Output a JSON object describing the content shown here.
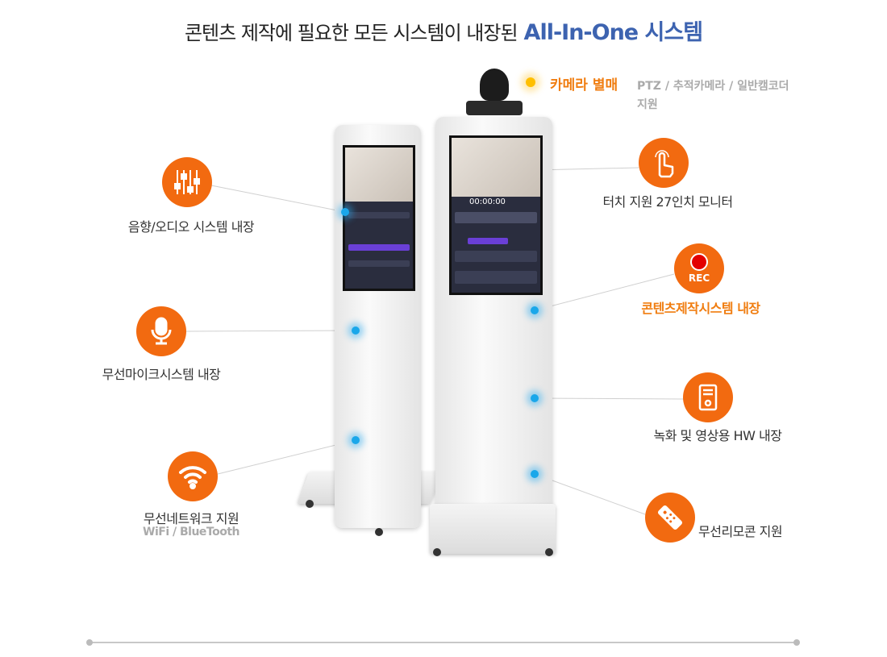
{
  "header": {
    "title": "콘텐츠 제작에 필요한 모든 시스템이 내장된",
    "highlight": "All-In-One 시스템"
  },
  "camera": {
    "label": "카메라 별매",
    "note_line1": "PTZ /  추적카메라 / 일반캠코더",
    "note_line2": "지원"
  },
  "features_left": [
    {
      "icon": "audio-mixer-icon",
      "label": "음향/오디오 시스템 내장"
    },
    {
      "icon": "microphone-icon",
      "label": "무선마이크시스템 내장"
    },
    {
      "icon": "wifi-icon",
      "label": "무선네트워크 지원",
      "sub": "WiFi / BlueTooth"
    }
  ],
  "features_right": [
    {
      "icon": "touch-hand-icon",
      "label": "터치 지원 27인치 모니터"
    },
    {
      "icon": "rec-icon",
      "icon_text": "REC",
      "label": "콘텐츠제작시스템 내장"
    },
    {
      "icon": "pc-tower-icon",
      "label": "녹화 및 영상용 HW 내장"
    },
    {
      "icon": "remote-control-icon",
      "label": "무선리모콘 지원"
    }
  ],
  "screen": {
    "timer": "00:00:00"
  },
  "colors": {
    "accent": "#f26a10",
    "highlight": "#3d63b0",
    "dot": "#1aa7ea"
  }
}
